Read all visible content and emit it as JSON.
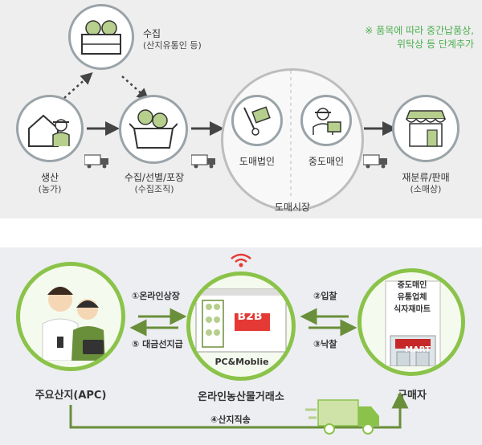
{
  "top": {
    "note_line1": "※ 품목에 따라 중간납품상,",
    "note_line2": "위탁상 등 단계추가",
    "collect_label": "수집",
    "collect_sub": "(산지유통인 등)",
    "produce_label": "생산",
    "produce_sub": "(농가)",
    "sort_label": "수집/선별/포장",
    "sort_sub": "(수집조직)",
    "wholesale_corp": "도매법인",
    "middle_buyer": "중도매인",
    "market_label": "도매시장",
    "retail_label": "재분류/판매",
    "retail_sub": "(소매상)"
  },
  "bottom": {
    "apc_label": "주요산지(APC)",
    "exchange_label": "온라인농산물거래소",
    "buyer_label": "구매자",
    "step1": "①온라인상장",
    "step2": "②입찰",
    "step3": "③낙찰",
    "step4": "④산지직송",
    "step5": "⑤ 대금선지급",
    "pc_label": "PC&Moblie",
    "b2b": "B2B",
    "buyer_line1": "중도매인",
    "buyer_line2": "유통업체",
    "buyer_line3": "식자재마트",
    "mart": "MART"
  },
  "colors": {
    "green_ring": "#8bc34a",
    "b2b_red": "#e53935",
    "note_green": "#4caf50"
  }
}
